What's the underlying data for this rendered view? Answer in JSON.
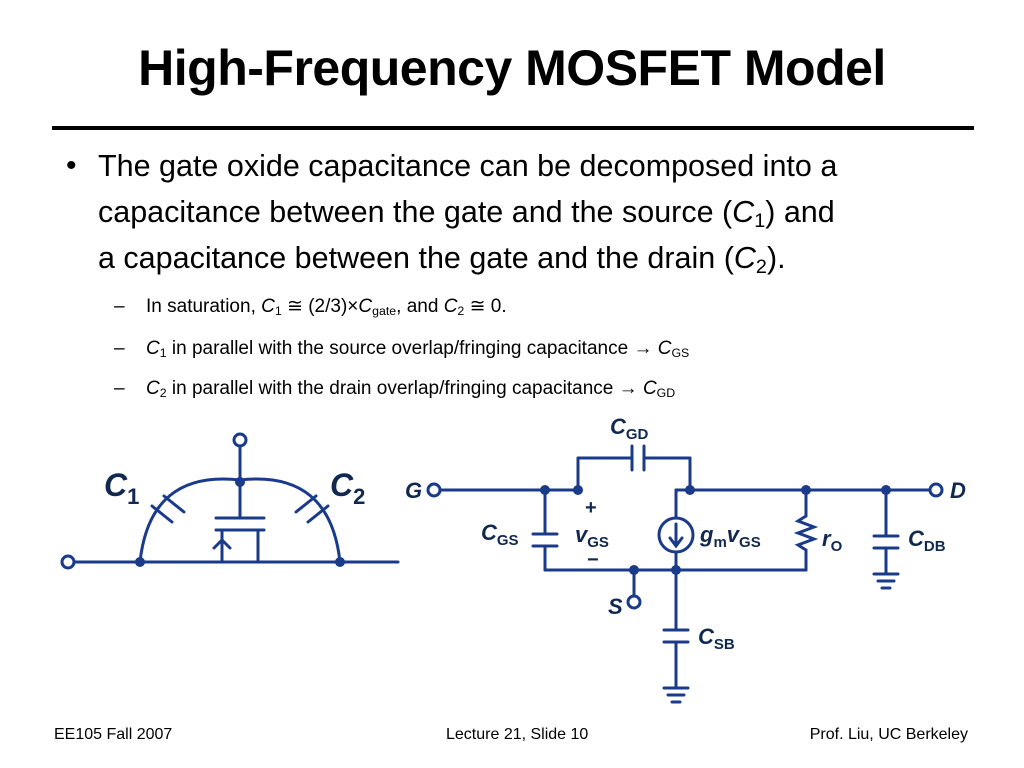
{
  "slide": {
    "title": "High-Frequency MOSFET Model",
    "bullet": {
      "lines": [
        "The gate oxide capacitance can be decomposed into a",
        [
          "capacitance between the gate and the source (",
          "C",
          "1",
          ") and"
        ],
        [
          "a capacitance between the gate and the drain (",
          "C",
          "2",
          ")."
        ]
      ]
    },
    "sub_bullets": [
      {
        "parts": [
          "In saturation, ",
          "C",
          "1",
          " ≅ (2/3)×",
          "C",
          "gate",
          ", and ",
          "C",
          "2",
          " ≅ 0."
        ]
      },
      {
        "parts": [
          "C",
          "1",
          " in parallel with the source overlap/fringing capacitance ",
          "→",
          " ",
          "C",
          "GS"
        ]
      },
      {
        "parts": [
          "C",
          "2",
          " in parallel with the drain overlap/fringing capacitance ",
          "→",
          " ",
          "C",
          "GD"
        ]
      }
    ],
    "footer": {
      "left": "EE105 Fall 2007",
      "center": "Lecture 21, Slide 10",
      "right": "Prof. Liu, UC Berkeley"
    }
  },
  "diagram_labels": {
    "c1": "C",
    "c1_sub": "1",
    "c2": "C",
    "c2_sub": "2",
    "cgd": "C",
    "cgd_sub": "GD",
    "g": "G",
    "d": "D",
    "s": "S",
    "cgs": "C",
    "cgs_sub": "GS",
    "vgs": "v",
    "vgs_sub": "GS",
    "plus": "+",
    "minus": "−",
    "gm": "g",
    "gm_sub": "m",
    "gm_v": "v",
    "gm_v_sub": "GS",
    "ro": "r",
    "ro_sub": "O",
    "cdb": "C",
    "cdb_sub": "DB",
    "csb": "C",
    "csb_sub": "SB"
  },
  "colors": {
    "circuit": "#1a3a8a",
    "label": "#12294f"
  }
}
